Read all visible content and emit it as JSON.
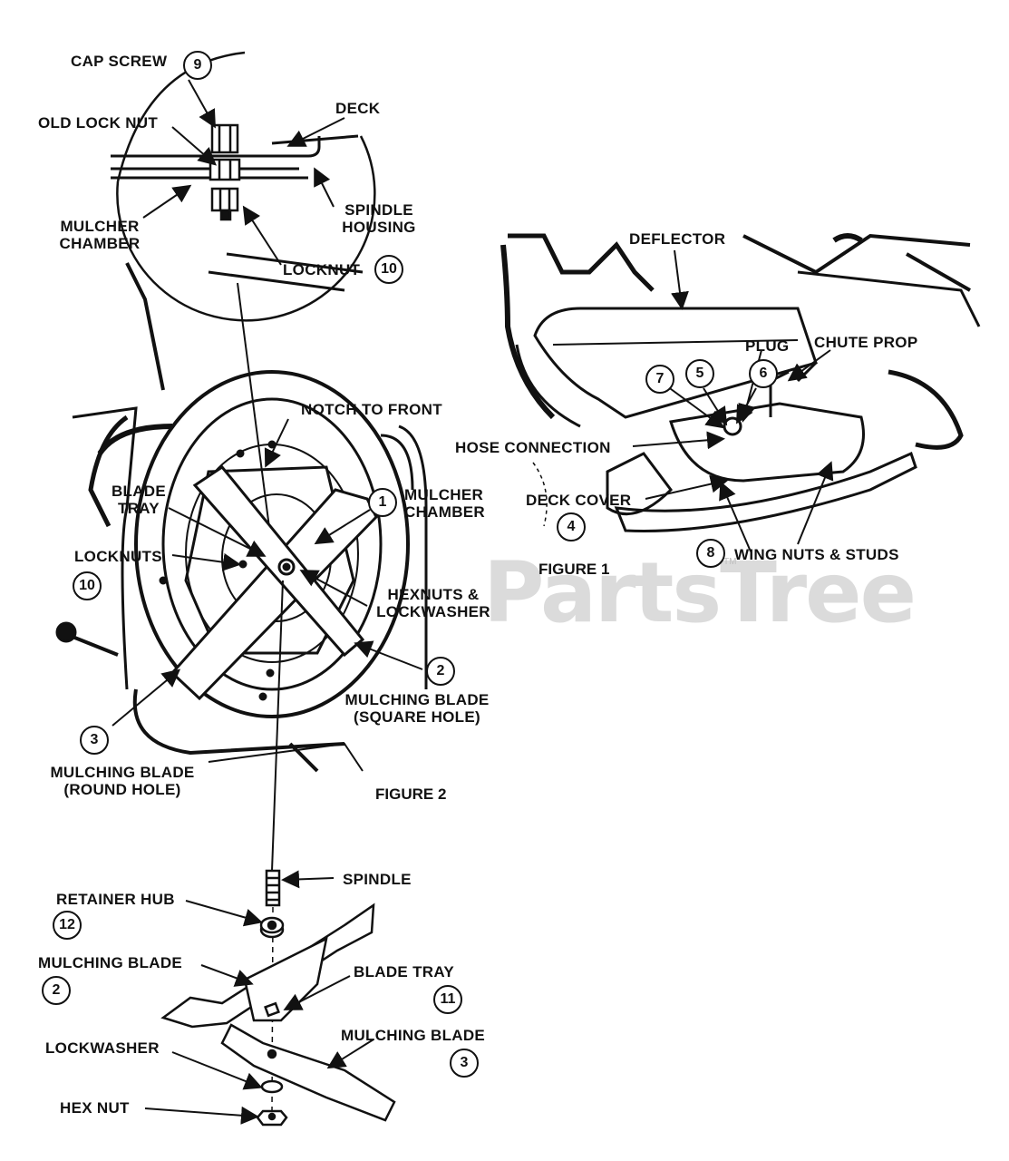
{
  "watermark": {
    "text": "PartsTree",
    "tm": "TM"
  },
  "detail": {
    "cap_screw": "CAP SCREW",
    "cap_screw_num": "9",
    "old_lock_nut": "OLD LOCK NUT",
    "deck": "DECK",
    "mulcher_chamber_l1": "MULCHER",
    "mulcher_chamber_l2": "CHAMBER",
    "spindle_housing_l1": "SPINDLE",
    "spindle_housing_l2": "HOUSING",
    "locknut": "LOCKNUT",
    "locknut_num": "10"
  },
  "figure1": {
    "title": "FIGURE 1",
    "deflector": "DEFLECTOR",
    "plug": "PLUG",
    "chute_prop": "CHUTE PROP",
    "hose_connection": "HOSE CONNECTION",
    "deck_cover": "DECK COVER",
    "deck_cover_num": "4",
    "wing_nuts": "WING NUTS & STUDS",
    "wing_nuts_num": "8",
    "num_7": "7",
    "num_5": "5",
    "num_6": "6"
  },
  "figure2": {
    "title": "FIGURE 2",
    "notch": "NOTCH TO FRONT",
    "blade_tray_l1": "BLADE",
    "blade_tray_l2": "TRAY",
    "mulcher_l1": "MULCHER",
    "mulcher_l2": "CHAMBER",
    "mulcher_num": "1",
    "locknuts": "LOCKNUTS",
    "locknuts_num": "10",
    "hexnuts_l1": "HEXNUTS &",
    "hexnuts_l2": "LOCKWASHER",
    "sq_blade_l1": "MULCHING BLADE",
    "sq_blade_l2": "(SQUARE HOLE)",
    "sq_blade_num": "2",
    "rd_blade_l1": "MULCHING BLADE",
    "rd_blade_l2": "(ROUND HOLE)",
    "rd_blade_num": "3"
  },
  "exploded": {
    "spindle": "SPINDLE",
    "retainer_hub": "RETAINER HUB",
    "retainer_hub_num": "12",
    "mulching_blade_a": "MULCHING BLADE",
    "mulching_blade_a_num": "2",
    "blade_tray": "BLADE TRAY",
    "blade_tray_num": "11",
    "mulching_blade_b": "MULCHING BLADE",
    "mulching_blade_b_num": "3",
    "lockwasher": "LOCKWASHER",
    "hex_nut": "HEX NUT"
  }
}
